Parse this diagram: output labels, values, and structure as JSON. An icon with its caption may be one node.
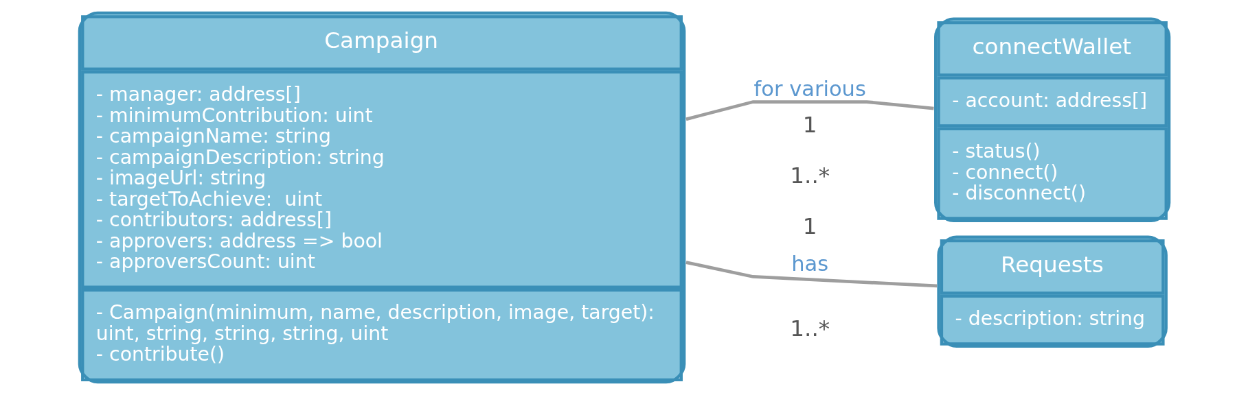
{
  "diagram": {
    "nodes": [
      {
        "text": [
          "Campaign",
          "- manager: address[]",
          "- minimumContribution: uint",
          "- campaignName: string",
          "- campaignDescription: string",
          "- imageUrl: string",
          "- targetToAchieve:  uint",
          "- contributors: address[]",
          "- approvers: address => bool",
          "- approversCount: uint",
          "- Campaign(minimum, name, description, image, target): uint, string, string, string, uint",
          "- contribute()"
        ]
      },
      {
        "text": [
          "connectWallet",
          "- account: address[]",
          "- status()",
          "- connect()",
          "- disconnect()"
        ]
      },
      {
        "text": [
          "Requests",
          "- description: string"
        ]
      }
    ],
    "edges": [
      {
        "from": 0,
        "to": 1,
        "arrow": "none",
        "label": "for various"
      },
      {
        "from": 0,
        "to": 2,
        "arrow": "none",
        "label": "has"
      }
    ],
    "labels": [
      "1",
      "1..*",
      "1..*",
      "1"
    ]
  }
}
